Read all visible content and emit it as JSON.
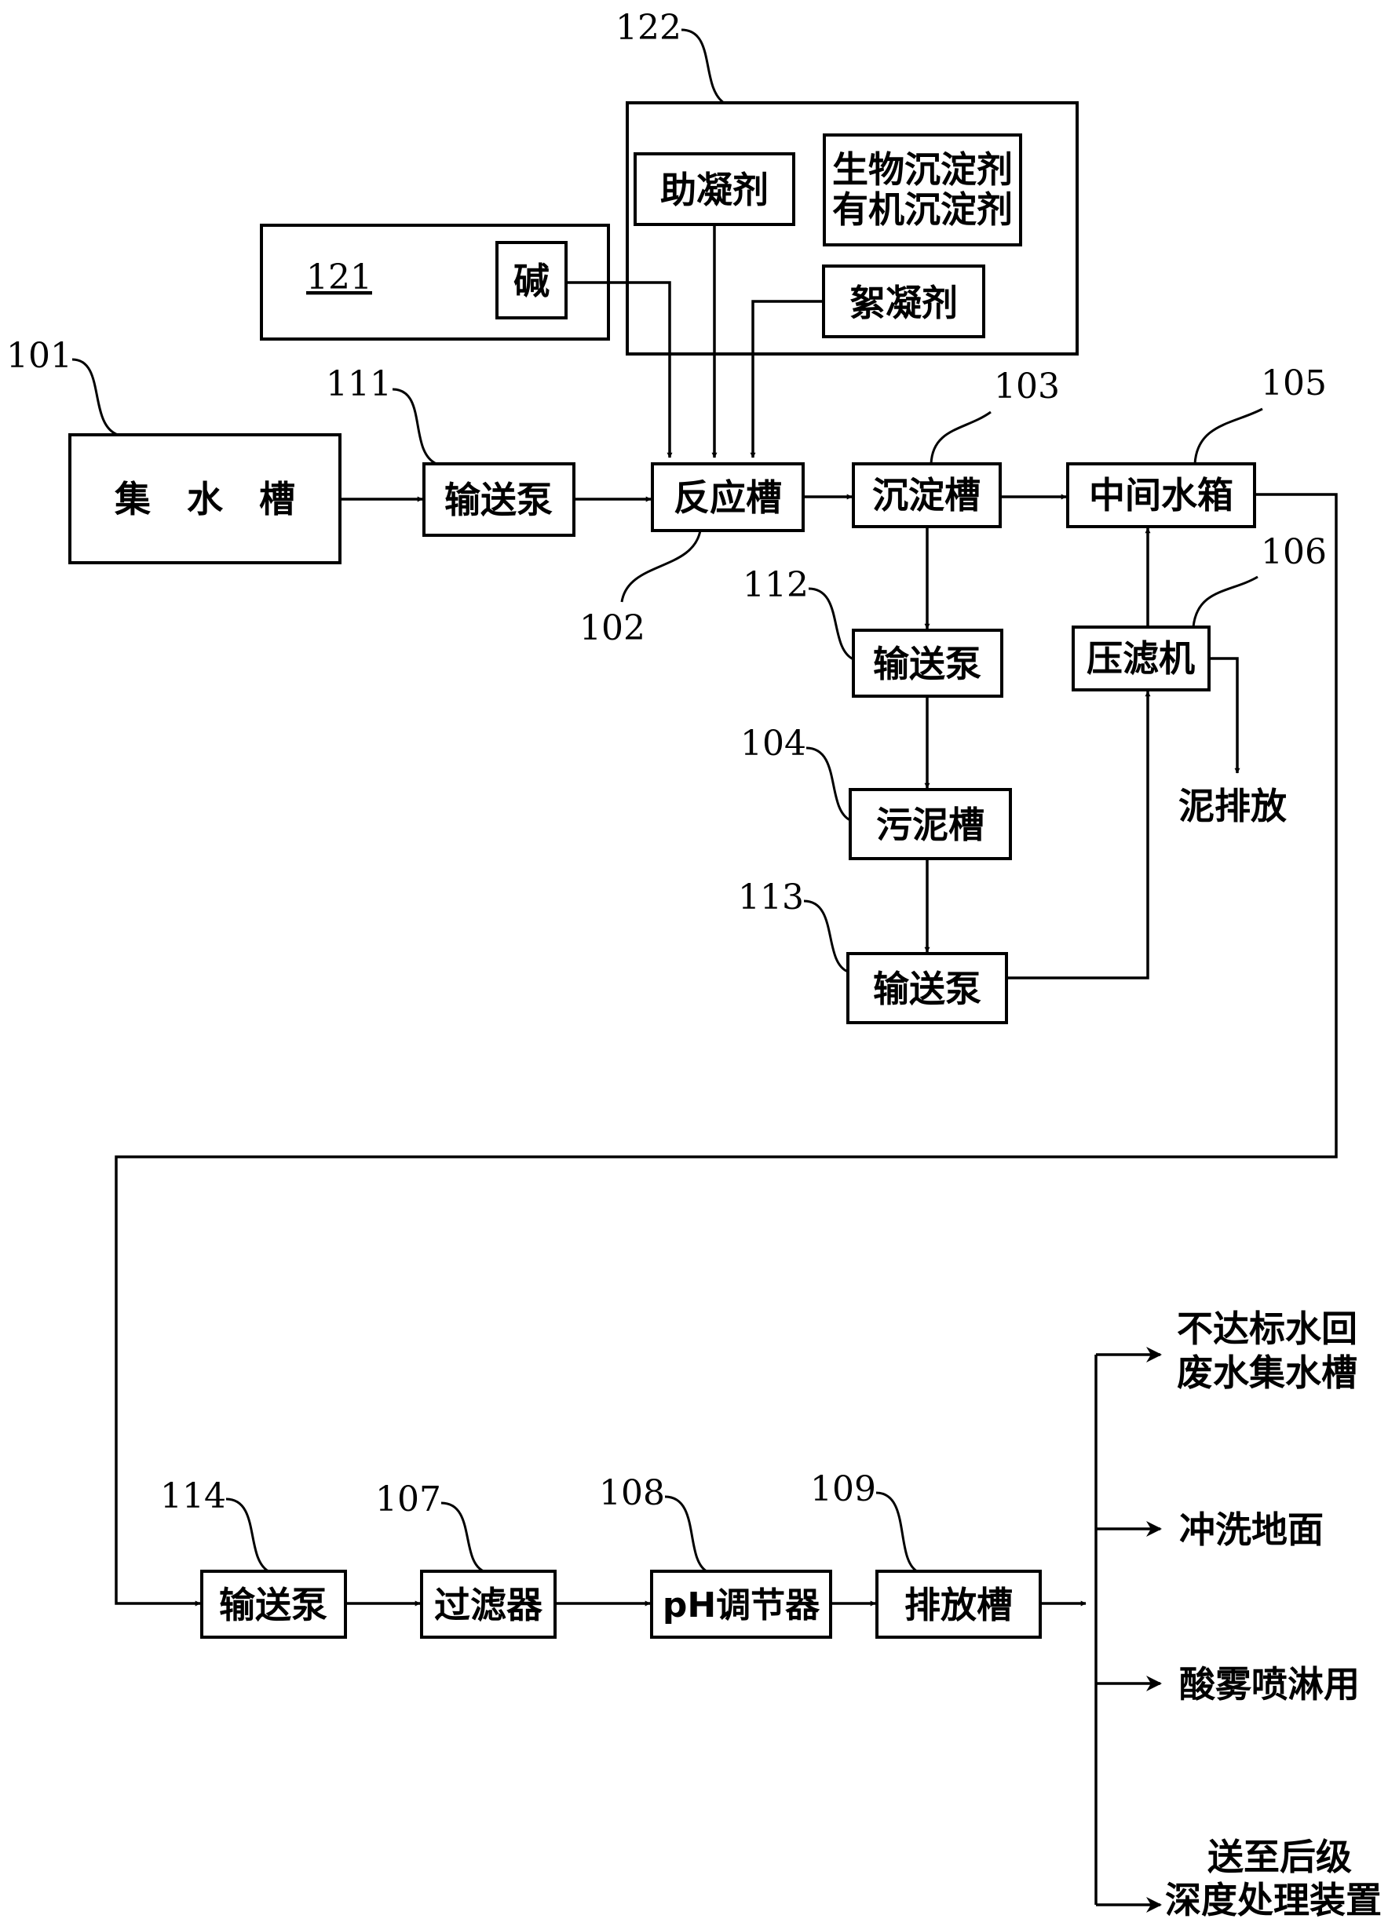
{
  "nodes": {
    "collect": "集　水　槽",
    "pump111": "输送泵",
    "reactor": "反应槽",
    "settler": "沉淀槽",
    "tank105": "中间水箱",
    "pump112": "输送泵",
    "sludge": "污泥槽",
    "pump113": "输送泵",
    "press": "压滤机",
    "pump114": "输送泵",
    "filter": "过滤器",
    "ph": "pH调节器",
    "drain": "排放槽",
    "alkali": "碱",
    "coagulant_aid": "助凝剂",
    "bio_precip_1": "生物沉淀剂",
    "bio_precip_2": "有机沉淀剂",
    "flocculant": "絮凝剂"
  },
  "outputs": {
    "mud": "泥排放",
    "out1_l1": "不达标水回",
    "out1_l2": "废水集水槽",
    "out2": "冲洗地面",
    "out3": "酸雾喷淋用",
    "out4_l1": "送至后级",
    "out4_l2": "深度处理装置"
  },
  "labels": {
    "n101": "101",
    "n111": "111",
    "n102": "102",
    "n103": "103",
    "n105": "105",
    "n106": "106",
    "n112": "112",
    "n104": "104",
    "n113": "113",
    "n121": "121",
    "n122": "122",
    "n114": "114",
    "n107": "107",
    "n108": "108",
    "n109": "109"
  }
}
